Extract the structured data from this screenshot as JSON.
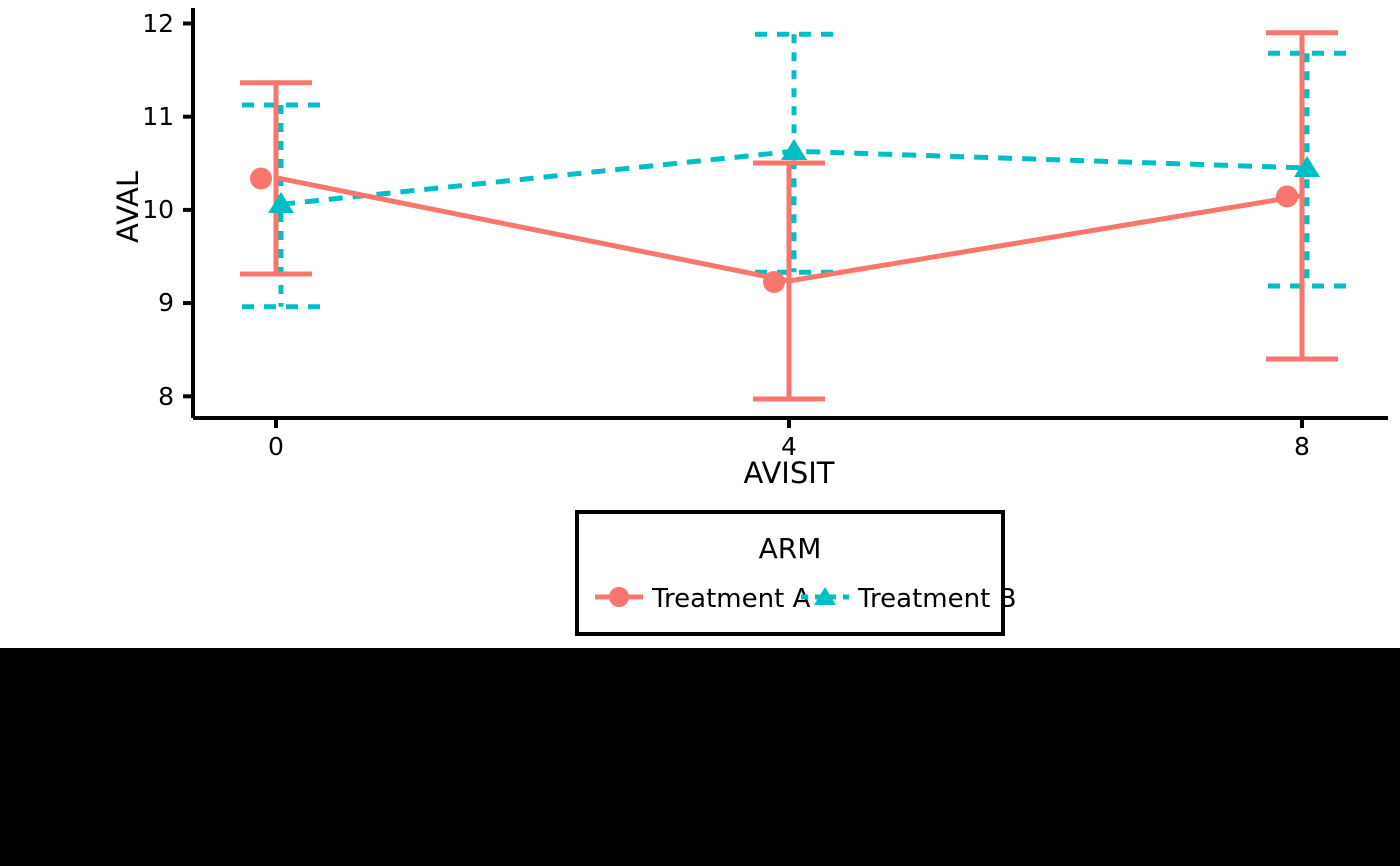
{
  "chart_data": {
    "type": "line",
    "title": "",
    "xlabel": "AVISIT",
    "ylabel": "AVAL",
    "x": [
      0,
      4,
      8
    ],
    "xtick_labels": [
      "0",
      "4",
      "8"
    ],
    "ytick_labels": [
      "8",
      "9",
      "10",
      "11",
      "12"
    ],
    "yticks": [
      8,
      9,
      10,
      11,
      12
    ],
    "xlim": [
      -1.6,
      10.9
    ],
    "ylim": [
      7.75,
      12.25
    ],
    "grid": false,
    "legend_position": "below-center",
    "legend_title": "ARM",
    "errorbars": true,
    "series": [
      {
        "name": "Treatment A",
        "color": "#F8766D",
        "marker": "circle",
        "linestyle": "solid",
        "values": [
          10.35,
          9.24,
          10.15
        ],
        "upper": [
          11.37,
          10.5,
          11.9
        ],
        "lower": [
          9.31,
          7.97,
          8.4
        ]
      },
      {
        "name": "Treatment B",
        "color": "#00BFC4",
        "marker": "triangle",
        "linestyle": "dashed",
        "values": [
          10.06,
          10.63,
          10.45
        ],
        "upper": [
          11.13,
          11.88,
          11.68
        ],
        "lower": [
          8.96,
          9.33,
          9.18
        ]
      }
    ]
  },
  "axes": {
    "y_title": "AVAL",
    "x_title": "AVISIT",
    "ytick_0": "8",
    "ytick_1": "9",
    "ytick_2": "10",
    "ytick_3": "11",
    "ytick_4": "12",
    "xtick_0": "0",
    "xtick_1": "4",
    "xtick_2": "8"
  },
  "legend": {
    "title": "ARM",
    "entry_a": "Treatment A",
    "entry_b": "Treatment B"
  }
}
